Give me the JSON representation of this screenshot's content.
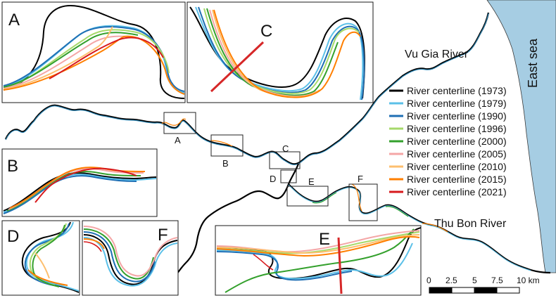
{
  "legend": {
    "entries": [
      {
        "label": "River centerline (1973)",
        "color": "#000000"
      },
      {
        "label": "River centerline (1979)",
        "color": "#5bc0e8"
      },
      {
        "label": "River centerline (1990)",
        "color": "#1f6fb4"
      },
      {
        "label": "River centerline (1996)",
        "color": "#a6d96a"
      },
      {
        "label": "River centerline (2000)",
        "color": "#33a02c"
      },
      {
        "label": "River centerline (2005)",
        "color": "#f4a6a6"
      },
      {
        "label": "River centerline (2010)",
        "color": "#fdbf6f"
      },
      {
        "label": "River centerline (2015)",
        "color": "#ff7f00"
      },
      {
        "label": "River centerline (2021)",
        "color": "#d7191c"
      }
    ]
  },
  "labels": {
    "vu_gia": "Vu Gia River",
    "thu_bon": "Thu Bon River",
    "east_sea": "East sea"
  },
  "map_markers": [
    "A",
    "B",
    "C",
    "D",
    "E",
    "F"
  ],
  "insets": [
    "A",
    "B",
    "C",
    "D",
    "E",
    "F"
  ],
  "scale_bar": {
    "ticks": [
      "0",
      "2.5",
      "5",
      "7.5",
      "10 km"
    ]
  },
  "colors": {
    "sea": "#a6cde3",
    "transect": "#d62728"
  }
}
